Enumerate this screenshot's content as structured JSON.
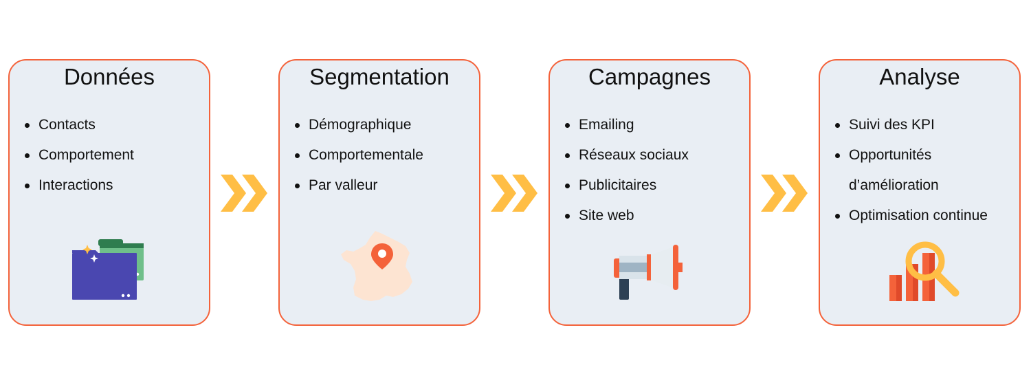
{
  "steps": [
    {
      "title": "Données",
      "items": [
        "Contacts",
        "Comportement",
        "Interactions"
      ],
      "icon": "folder-icon"
    },
    {
      "title": "Segmentation",
      "items": [
        "Démographique",
        "Comportementale",
        "Par valleur"
      ],
      "icon": "france-map-pin-icon"
    },
    {
      "title": "Campagnes",
      "items": [
        "Emailing",
        "Réseaux sociaux",
        "Publicitaires",
        "Site web"
      ],
      "icon": "megaphone-icon"
    },
    {
      "title": "Analyse",
      "items": [
        "Suivi des KPI",
        "Opportunités",
        "d’amélioration",
        "Optimisation continue"
      ],
      "icon": "bar-chart-magnifier-icon"
    }
  ],
  "colors": {
    "border": "#f4623a",
    "card_background": "#e9eef4",
    "arrow": "#ffbe45"
  }
}
